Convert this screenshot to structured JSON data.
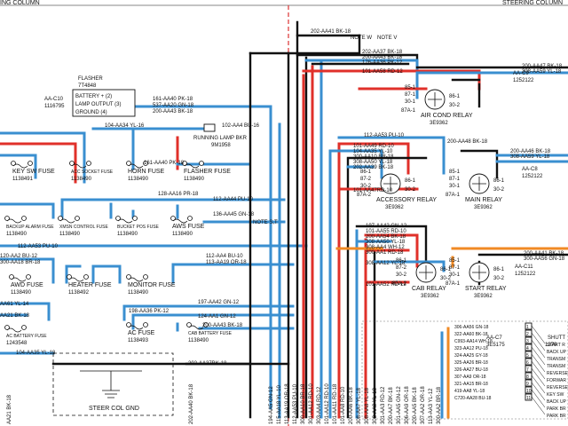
{
  "header": {
    "left_title": "ING COLUMN",
    "right_title": "STEERING COLUMN"
  },
  "notes": {
    "w": "NOTE W",
    "v": "NOTE V",
    "st": "NOTE S,T"
  },
  "flasher": {
    "title": "FLASHER",
    "part": "7T4848",
    "id": "AA-C10",
    "id_part": "1116795",
    "pins": [
      "BATTERY + (2)",
      "LAMP OUTPUT (3)",
      "GROUND (4)"
    ]
  },
  "running_lamp": {
    "label": "RUNNING LAMP BKR",
    "part": "9M1958"
  },
  "fuses": [
    {
      "name": "KEY SW FUSE",
      "part": "1138491"
    },
    {
      "name": "ACC SOCKET FUSE",
      "part": "1138490"
    },
    {
      "name": "HORN FUSE",
      "part": "1138490"
    },
    {
      "name": "FLASHER FUSE",
      "part": "1138490"
    },
    {
      "name": "BACKUP ALARM FUSE",
      "part": "1138490"
    },
    {
      "name": "XMSN CONTROL FUSE",
      "part": "1138490"
    },
    {
      "name": "BUCKET POS FUSE",
      "part": "1138490"
    },
    {
      "name": "AWS FUSE",
      "part": "1138490"
    },
    {
      "name": "AWD FUSE",
      "part": "1138490"
    },
    {
      "name": "HEATER FUSE",
      "part": "1138492"
    },
    {
      "name": "MONITOR FUSE",
      "part": "1138490"
    },
    {
      "name": "AC BATTERY FUSE",
      "part": "1243548"
    },
    {
      "name": "AC FUSE",
      "part": "1138493"
    },
    {
      "name": "CAB BATTERY FUSE",
      "part": "1138490"
    }
  ],
  "relays": [
    {
      "name": "AIR COND RELAY",
      "part": "3E9362"
    },
    {
      "name": "ACCESSORY RELAY",
      "part": "3E9362"
    },
    {
      "name": "MAIN RELAY",
      "part": "3E9362"
    },
    {
      "name": "CAB RELAY",
      "part": "3E9362"
    },
    {
      "name": "START RELAY",
      "part": "3E9362"
    }
  ],
  "relay_pins": [
    "85-1",
    "87-1",
    "30-1",
    "87A-1",
    "86-1",
    "87-2",
    "30-2",
    "87A-2",
    "86-2",
    "85-2"
  ],
  "connectors": {
    "c8": {
      "id": "AA-C8",
      "part": "1252122"
    },
    "c9": {
      "id": "AA-C9",
      "part": "1252122"
    },
    "c11": {
      "id": "AA-C11",
      "part": "1252122"
    },
    "c7": {
      "id": "AA-C7",
      "part": "3E5175"
    },
    "shuttle": {
      "id": "SHUTT",
      "part": "1379"
    }
  },
  "ground": "STEER COL GND",
  "wire_labels": [
    "202-AA41 BK-18",
    "202-AA37 BK-18",
    "200-AA43 BK-18",
    "176-AA36 PK-12",
    "101-AA58 RD-12",
    "161-AA40 PK-18",
    "537-AA20 GN-18",
    "200-AA43 BK-18",
    "104-AA34 YL-16",
    "102-AA4 BU-16",
    "161-AA40 PK-18",
    "112-AA53 PU-10",
    "200-AA48 BK-18",
    "101-AA49 RD-10",
    "104-AA35 YL-10",
    "300-AA10 BR-18",
    "308-AA50 YL-18",
    "202-AA39 BK-18",
    "101-AA47RD-10",
    "128-AA16 PR-18",
    "112-AA44 PU-10",
    "136-AA45 GN-18",
    "112-AA53 PU-10",
    "197-AA42 GN-12",
    "101-AA55 RD-10",
    "200-AA54 BK-18",
    "308-AA50 YL-18",
    "308-AA4 WH-12",
    "300-AA1 RD-18",
    "308-AA12 YL-18",
    "101-AA52 RD-12",
    "120-AA2 BU-12",
    "300-AA18 BR-18",
    "112-AA4 BU-10",
    "113-AA19 OR-18",
    "AA61 YL-14",
    "AA21 BK-18",
    "197-AA42 GN-12",
    "198-AA36 PK-12",
    "124-AA1 GN-12",
    "200-AA43 BK-18",
    "104-AA35 YL-18",
    "202-AA37BK-18",
    "200-AA46 BK-18",
    "308-AA59 YL-18",
    "200-AA47 BK-18",
    "308-AA59 YL-18",
    "200-AA41 BK-18",
    "300-AA56 GN-18"
  ],
  "c7_pins": [
    {
      "n": "1",
      "wire": "306-AA56 GN-18"
    },
    {
      "n": "2",
      "wire": "322-AA60 BK-18"
    },
    {
      "n": "3",
      "wire": "C993-AA14 WH-18"
    },
    {
      "n": "4",
      "wire": "323-AA12 PU-18"
    },
    {
      "n": "5",
      "wire": "324-AA25 GY-18"
    },
    {
      "n": "6",
      "wire": "325-AA26 BR-18"
    },
    {
      "n": "7",
      "wire": "326-AA27 BU-18"
    },
    {
      "n": "8",
      "wire": "307-AA9 OR-18"
    },
    {
      "n": "9",
      "wire": "321-AA15 BR-18"
    },
    {
      "n": "10",
      "wire": "419-AA8 YL-18"
    },
    {
      "n": "11",
      "wire": "C720-AA28 BU-18"
    }
  ],
  "shuttle_items": [
    "START R",
    "BACK UP",
    "TRANSM",
    "TRANSM",
    "REVERSE",
    "FORWAR",
    "REVERSE",
    "KEY SW",
    "BACK UP",
    "PARK BR",
    "PARK BR"
  ],
  "bottom_labels": [
    "AA21 BK-18",
    "202-AA40 BK-18",
    "194-AA5 GN-12",
    "115-AA18 YL-10",
    "113-AA19 OR-18",
    "112-AA53 PU-10",
    "300-AA10 BR-18",
    "301-AA12 RD-10",
    "303-AA4 RD-12",
    "101-AA12 RD-10",
    "101-AA11 RD-18",
    "101-AA8 RD-10",
    "200-AA6 BK-18",
    "308-AA7 YL-18",
    "308-AA8 YL-18",
    "308-AA9 YL-18",
    "301-AA3 RD-12",
    "200-AA7 BK-18",
    "301-AA5 GN-12",
    "306-AA9 OR-18",
    "200-AA5 BK-18",
    "307-AA2 OR-18",
    "113-AA3 YL-12",
    "300-AA2 BR-18"
  ]
}
